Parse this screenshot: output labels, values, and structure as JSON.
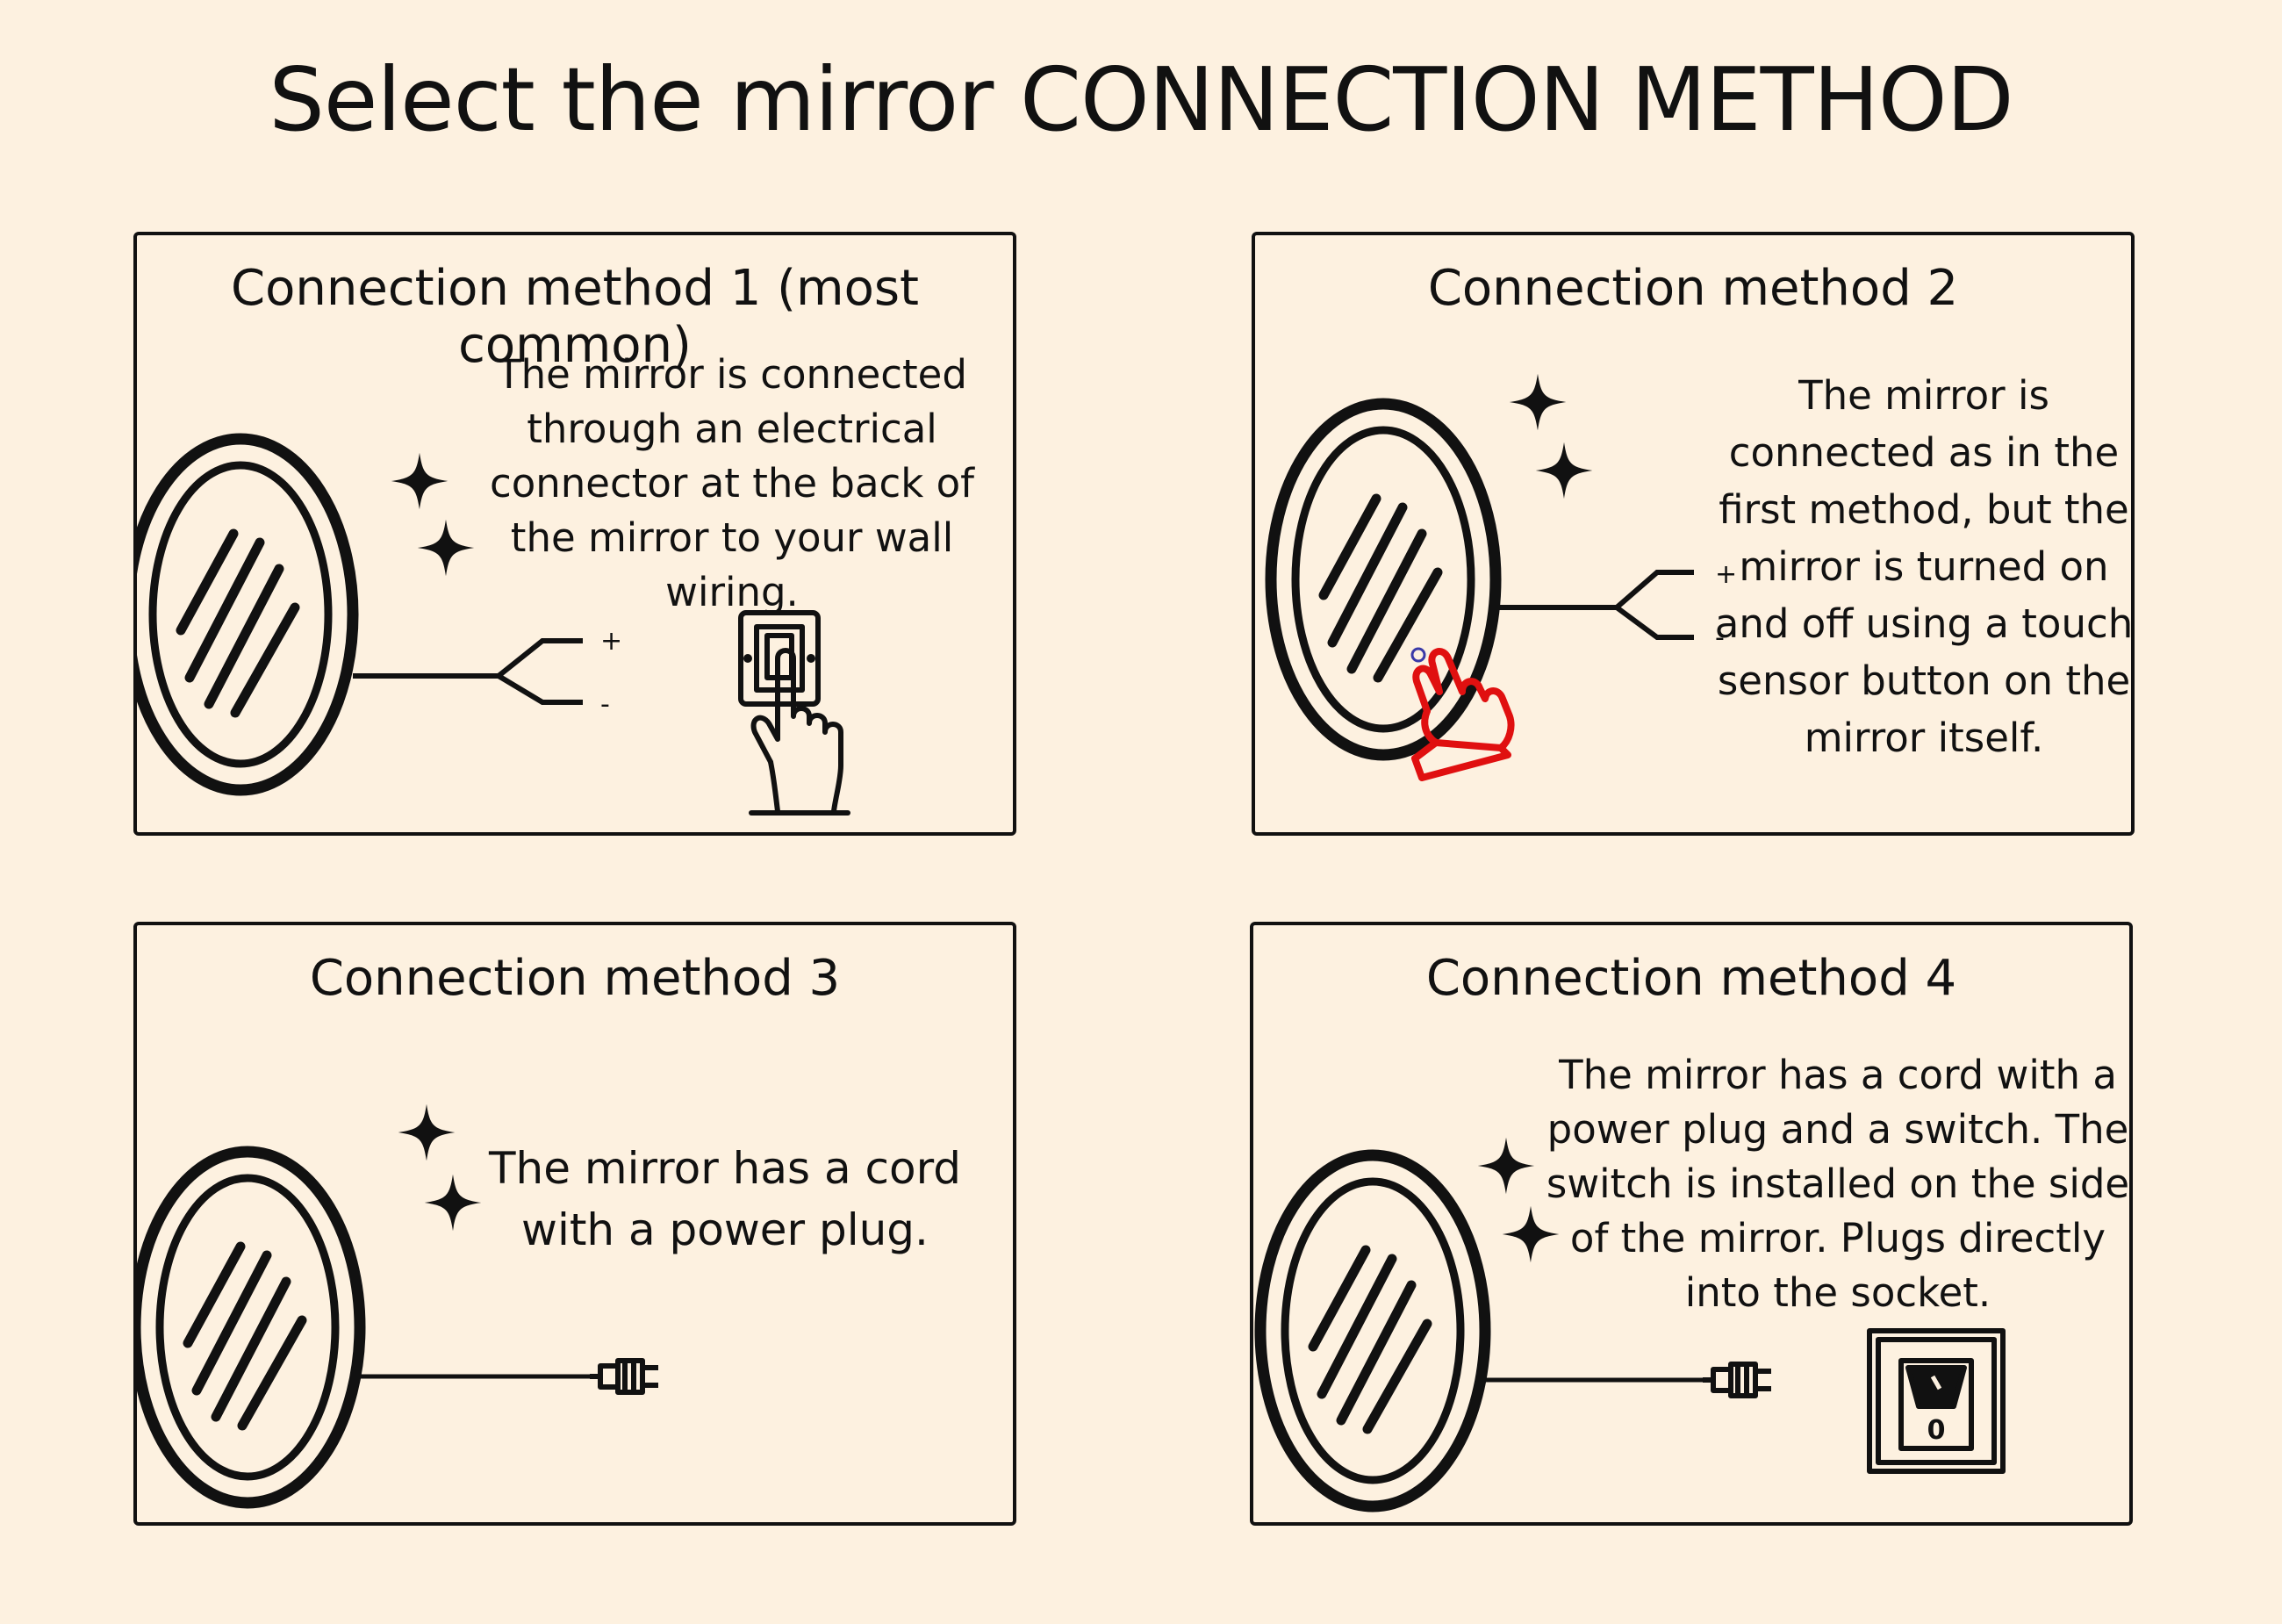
{
  "title": "Select the mirror CONNECTION METHOD",
  "colors": {
    "background": "#fdf1e0",
    "ink": "#111111",
    "touch_hand": "#e01010"
  },
  "panels": [
    {
      "title": "Connection method 1 (most common)",
      "description": "The mirror is connected through an electrical connector at the back of the mirror to your wall wiring.",
      "wire_labels": [
        "+",
        "-"
      ],
      "icons": [
        "oval-mirror-icon",
        "sparkle-icon",
        "wall-switch-hand-icon"
      ]
    },
    {
      "title": "Connection method 2",
      "description": "The mirror is connected as in the first method, but the mirror is turned on and off using a touch sensor button on the mirror itself.",
      "wire_labels": [
        "+",
        "-"
      ],
      "icons": [
        "oval-mirror-icon",
        "sparkle-icon",
        "touch-hand-icon"
      ]
    },
    {
      "title": "Connection method 3",
      "description": "The mirror has a cord with a power plug.",
      "icons": [
        "oval-mirror-icon",
        "sparkle-icon",
        "power-plug-icon"
      ]
    },
    {
      "title": "Connection method 4",
      "description": "The mirror has a cord with a power plug and a switch. The switch is installed on the side of the mirror. Plugs directly into the socket.",
      "switch_label": "0",
      "icons": [
        "oval-mirror-icon",
        "sparkle-icon",
        "power-plug-icon",
        "rocker-switch-icon"
      ]
    }
  ]
}
